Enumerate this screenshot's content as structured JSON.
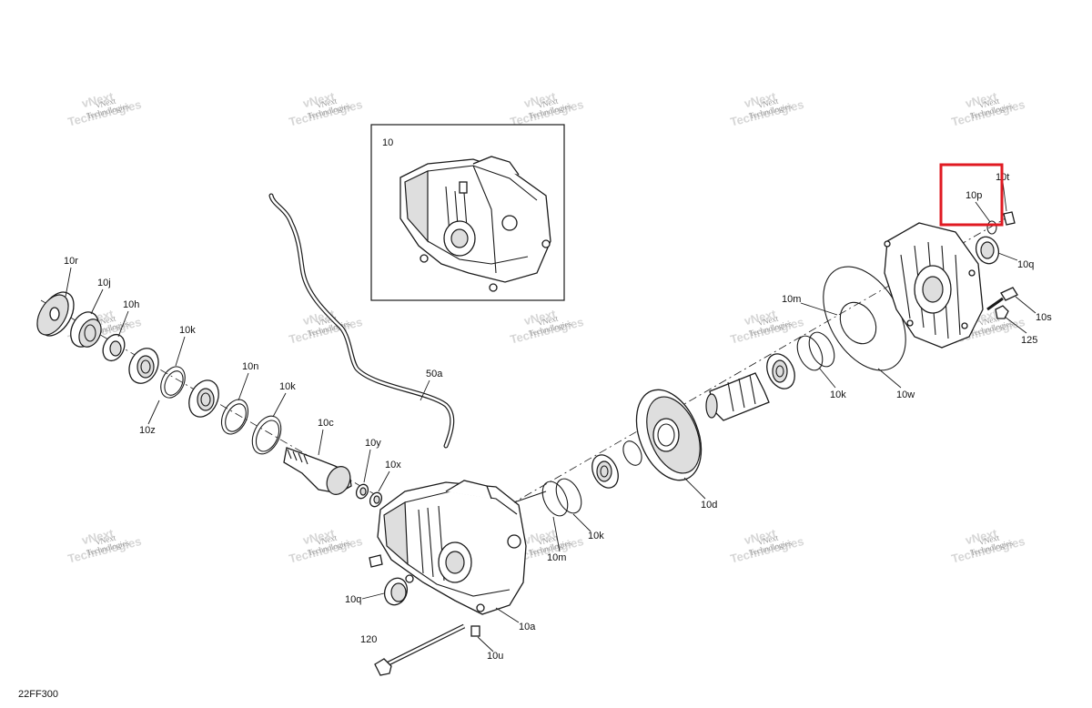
{
  "diagram": {
    "reference_code": "22FF300",
    "inset_label": "10",
    "highlight_color": "#e01a22",
    "watermark_text": [
      "vNext",
      "Technologies"
    ],
    "callouts": {
      "c10r": "10r",
      "c10j": "10j",
      "c10h": "10h",
      "c10k_a": "10k",
      "c10z": "10z",
      "c10n": "10n",
      "c10k_b": "10k",
      "c10c": "10c",
      "c10y": "10y",
      "c10x": "10x",
      "c50a": "50a",
      "c10q_a": "10q",
      "c120": "120",
      "c10u": "10u",
      "c10a": "10a",
      "c10m_a": "10m",
      "c10k_c": "10k",
      "c10d": "10d",
      "c10m_b": "10m",
      "c10k_d": "10k",
      "c10w": "10w",
      "c10t": "10t",
      "c10p": "10p",
      "c10q_b": "10q",
      "c10s": "10s",
      "c125": "125"
    }
  }
}
